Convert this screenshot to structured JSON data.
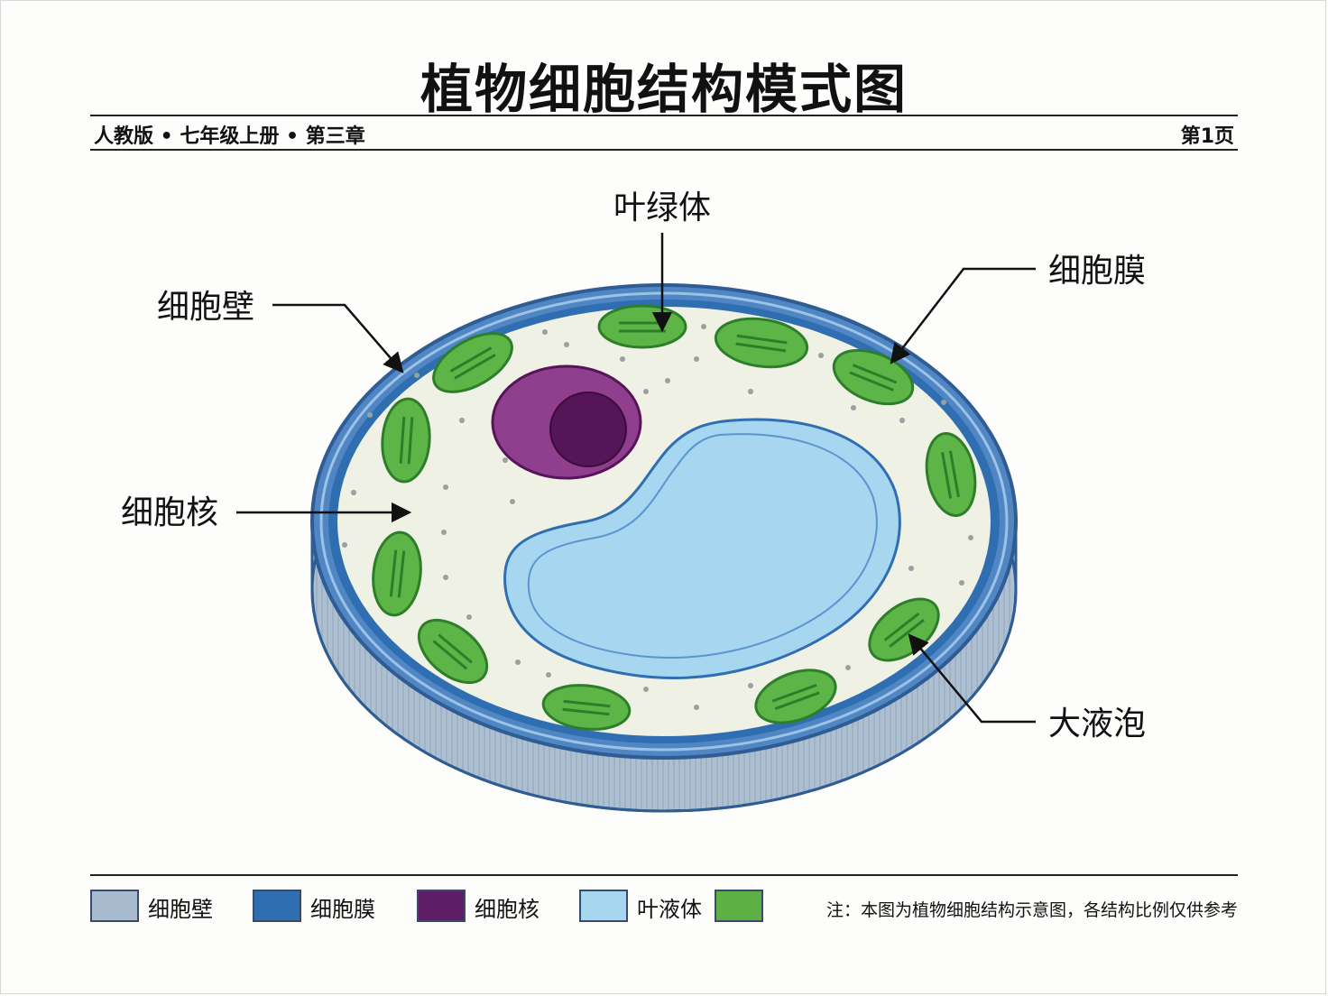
{
  "header": {
    "title": "植物细胞结构模式图",
    "subtitle_left": "人教版 • 七年级上册 • 第三章",
    "subtitle_right": "第1页"
  },
  "labels": {
    "chloroplast": "叶绿体",
    "cell_membrane": "细胞膜",
    "cell_wall": "细胞壁",
    "nucleus": "细胞核",
    "vacuole": "大液泡"
  },
  "legend": {
    "items": [
      {
        "label": "细胞壁",
        "color": "#a9bccf"
      },
      {
        "label": "细胞膜",
        "color": "#2f6eb1"
      },
      {
        "label": "细胞核",
        "color": "#5e1d66"
      },
      {
        "label": "叶液体",
        "color": "#a6d6f0"
      },
      {
        "label": "",
        "color": "#5cb044"
      }
    ],
    "note": "注：本图为植物细胞结构示意图，各结构比例仅供参考"
  },
  "colors": {
    "wall_side": "#aebfd1",
    "wall_rim": "#4f86c3",
    "wall_outline": "#2e5c93",
    "cytoplasm": "#eef1e4",
    "chloroplast_fill": "#5db547",
    "chloroplast_edge": "#2e7d2a",
    "nucleus_outer": "#8f3f8e",
    "nucleolus": "#561459",
    "vacuole_fill": "#a7d6f1",
    "vacuole_edge": "#2f6eb1"
  }
}
